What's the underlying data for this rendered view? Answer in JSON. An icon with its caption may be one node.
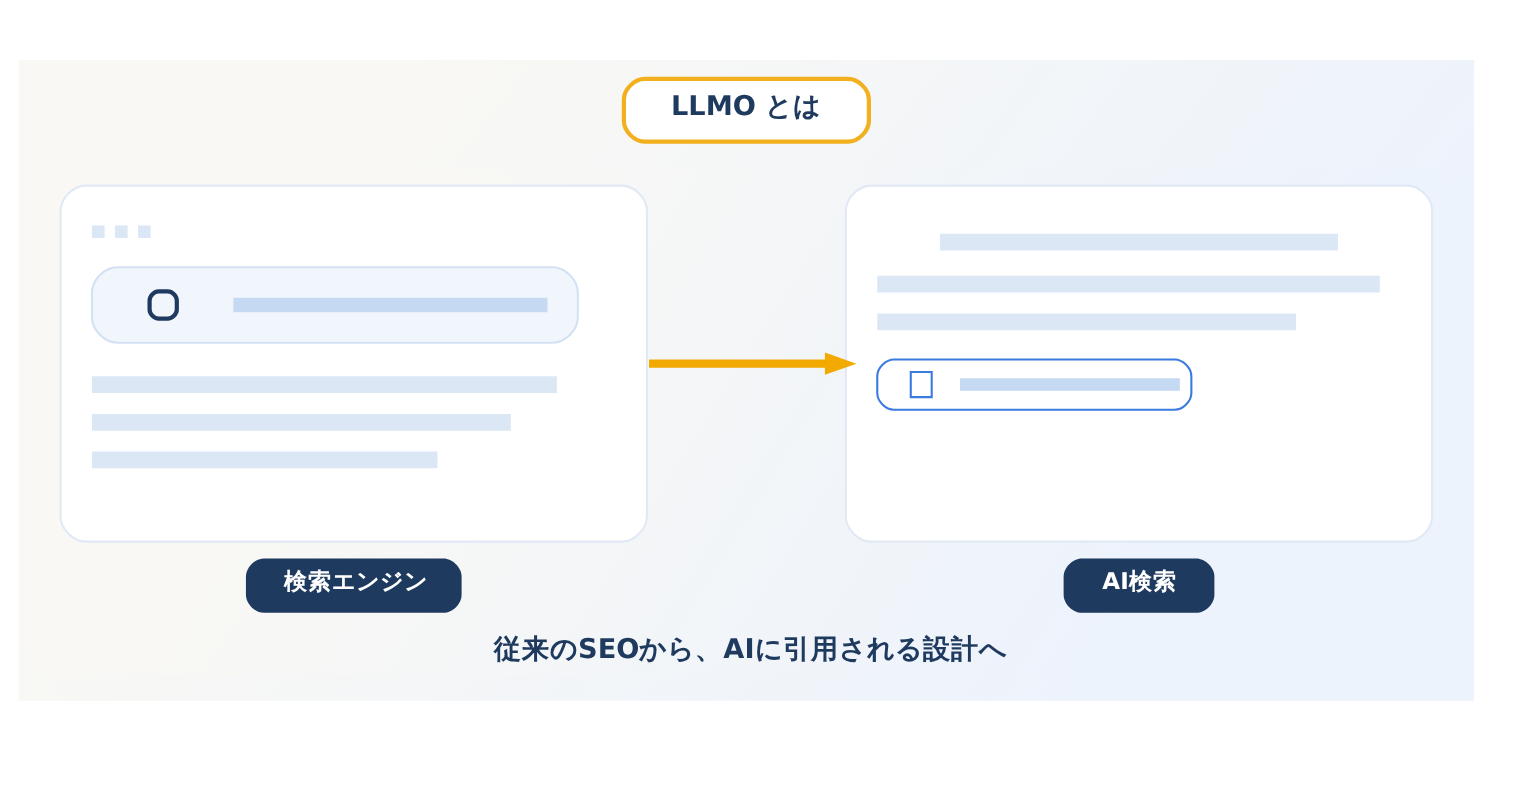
{
  "diagram": {
    "title": "LLMO とは",
    "caption": "従来のSEOから、AIに引用される設計へ",
    "nodes": [
      {
        "text": [
          "検索エンジン"
        ]
      },
      {
        "text": [
          "AI検索"
        ]
      }
    ],
    "edges": [
      {
        "from": 0,
        "to": 1,
        "arrow": "to",
        "color": "#f2a900"
      }
    ]
  }
}
